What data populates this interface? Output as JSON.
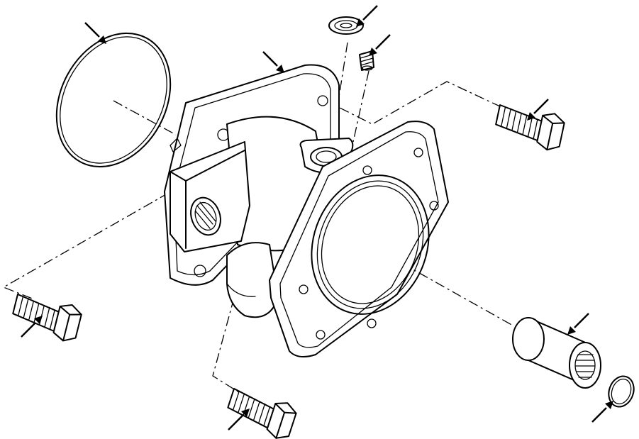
{
  "figure": {
    "type": "exploded-parts-diagram",
    "background": "#ffffff",
    "stroke": "#000000",
    "parts": [
      {
        "name": "o-ring",
        "icon": "o-ring-icon"
      },
      {
        "name": "housing",
        "icon": "housing-icon"
      },
      {
        "name": "plug-seal",
        "icon": "seal-disc-icon"
      },
      {
        "name": "set-screw",
        "icon": "set-screw-icon"
      },
      {
        "name": "cap-screw-right",
        "icon": "bolt-icon"
      },
      {
        "name": "cap-screw-left",
        "icon": "bolt-icon"
      },
      {
        "name": "cap-screw-bottom",
        "icon": "bolt-icon"
      },
      {
        "name": "splined-coupler",
        "icon": "coupler-icon"
      },
      {
        "name": "snap-ring",
        "icon": "snap-ring-icon"
      }
    ],
    "callout_arrow_count": 9
  }
}
